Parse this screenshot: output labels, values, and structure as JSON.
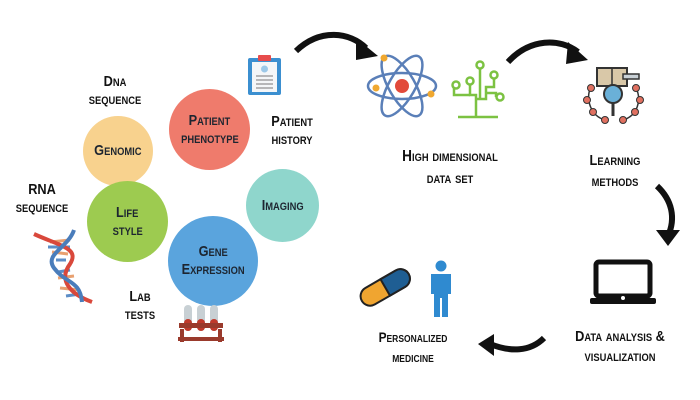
{
  "sources": {
    "dna_sequence": [
      "Dna",
      "sequence"
    ],
    "patient_history": [
      "Patient",
      "history"
    ],
    "rna_sequence": [
      "RNA",
      "sequence"
    ],
    "lab_tests": [
      "Lab",
      "tests"
    ]
  },
  "circles": {
    "genomic": {
      "lines": [
        "Genomic"
      ],
      "color": "#f8d28e"
    },
    "patient_phenotype": {
      "lines": [
        "Patient",
        "phenotype"
      ],
      "color": "#ef7b6c"
    },
    "life_style": {
      "lines": [
        "Life",
        "style"
      ],
      "color": "#9dcb50"
    },
    "imaging": {
      "lines": [
        "Imaging"
      ],
      "color": "#8fd6cc"
    },
    "gene_expression": {
      "lines": [
        "Gene",
        "Expression"
      ],
      "color": "#5aa4dd"
    }
  },
  "pipeline": {
    "high_dimensional": [
      "High dimensional",
      "data set"
    ],
    "learning": [
      "Learning",
      "methods"
    ],
    "data_analysis": [
      "Data analysis &",
      "visualization"
    ],
    "personalized": [
      "Personalized",
      "medicine"
    ]
  }
}
